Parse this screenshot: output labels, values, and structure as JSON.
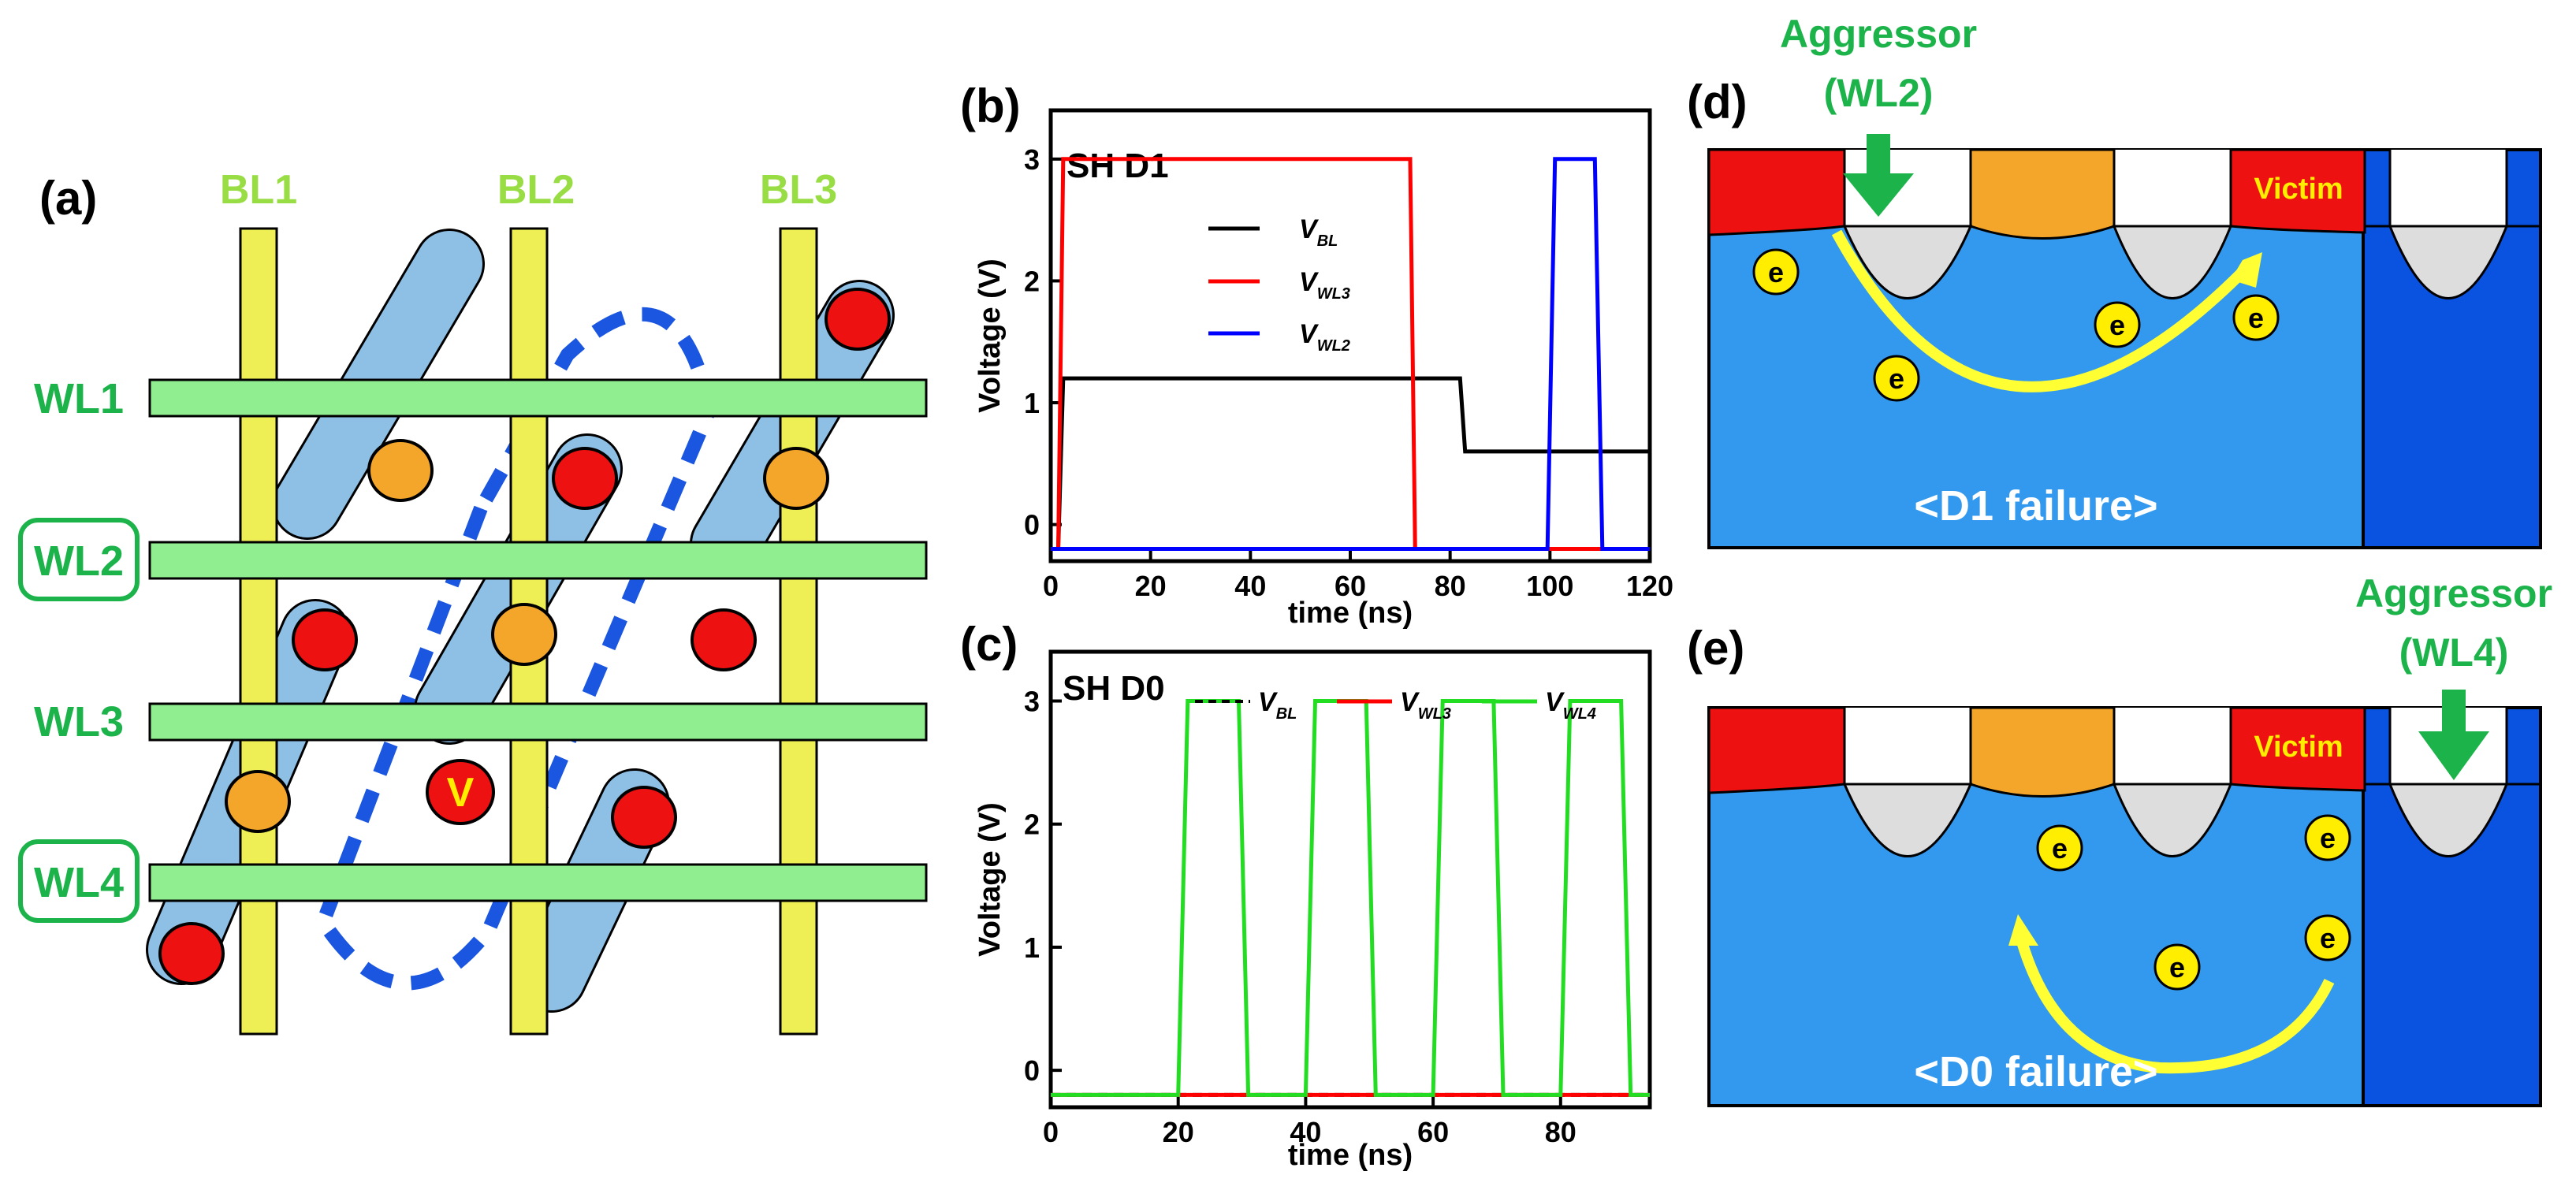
{
  "panel_a": {
    "label": "(a)",
    "bitlines": [
      "BL1",
      "BL2",
      "BL3"
    ],
    "wordlines": [
      "WL1",
      "WL2",
      "WL3",
      "WL4"
    ],
    "victim_mark": "V"
  },
  "panel_b": {
    "label": "(b)",
    "corner_text": "SH D1",
    "ylabel": "Voltage (V)",
    "xlabel": "time (ns)",
    "x_ticks": [
      "0",
      "20",
      "40",
      "60",
      "80",
      "100",
      "120"
    ],
    "y_ticks": [
      "0",
      "1",
      "2",
      "3"
    ],
    "legend": [
      {
        "main": "V",
        "sub": "BL",
        "color": "#000000"
      },
      {
        "main": "V",
        "sub": "WL3",
        "color": "#ff0000"
      },
      {
        "main": "V",
        "sub": "WL2",
        "color": "#0000ff"
      }
    ]
  },
  "panel_c": {
    "label": "(c)",
    "corner_text": "SH D0",
    "ylabel": "Voltage (V)",
    "xlabel": "time (ns)",
    "x_ticks": [
      "0",
      "20",
      "40",
      "60",
      "80"
    ],
    "y_ticks": [
      "0",
      "1",
      "2",
      "3"
    ],
    "legend": [
      {
        "main": "V",
        "sub": "BL",
        "color": "#000000"
      },
      {
        "main": "V",
        "sub": "WL3",
        "color": "#ff0000"
      },
      {
        "main": "V",
        "sub": "WL4",
        "color": "#22dd22"
      }
    ]
  },
  "panel_d": {
    "label": "(d)",
    "aggressor_line1": "Aggressor",
    "aggressor_line2": "(WL2)",
    "victim": "Victim",
    "electron": "e",
    "caption": "<D1 failure>"
  },
  "panel_e": {
    "label": "(e)",
    "aggressor_line1": "Aggressor",
    "aggressor_line2": "(WL4)",
    "victim": "Victim",
    "electron": "e",
    "caption": "<D0 failure>"
  },
  "colors": {
    "wordline": "#90ee90",
    "bitline": "#eeee55",
    "active": "#8ec0e6",
    "cell_red": "#ee1111",
    "cell_orange": "#f4a62a",
    "bluepath": "#1a56e0",
    "silicon": "#3399ee",
    "isolation_dark": "#0a52e0",
    "green_text": "#1bb34a",
    "yellow_arrow": "#ffff33"
  },
  "chart_data": [
    {
      "type": "line",
      "title": "SH D1",
      "xlabel": "time (ns)",
      "ylabel": "Voltage (V)",
      "xlim": [
        0,
        120
      ],
      "ylim": [
        -0.3,
        3.4
      ],
      "series": [
        {
          "name": "V_BL",
          "color": "#000000",
          "x": [
            0,
            1.5,
            2.5,
            82,
            83,
            120
          ],
          "y": [
            -0.2,
            -0.2,
            1.2,
            1.2,
            0.6,
            0.6
          ]
        },
        {
          "name": "V_WL3",
          "color": "#ff0000",
          "x": [
            0,
            1.5,
            2.5,
            72,
            73,
            100,
            110,
            120
          ],
          "y": [
            -0.2,
            -0.2,
            3.0,
            3.0,
            -0.2,
            -0.2,
            -0.2,
            -0.2
          ]
        },
        {
          "name": "V_WL2",
          "color": "#0000ff",
          "x": [
            0,
            99.5,
            101,
            109,
            110.5,
            120
          ],
          "y": [
            -0.2,
            -0.2,
            3.0,
            3.0,
            -0.2,
            -0.2
          ]
        }
      ]
    },
    {
      "type": "line",
      "title": "SH D0",
      "xlabel": "time (ns)",
      "ylabel": "Voltage (V)",
      "xlim": [
        0,
        94
      ],
      "ylim": [
        -0.3,
        3.4
      ],
      "series": [
        {
          "name": "V_BL",
          "color": "#000000",
          "dash": true,
          "x": [
            0,
            94
          ],
          "y": [
            -0.2,
            -0.2
          ]
        },
        {
          "name": "V_WL3",
          "color": "#ff0000",
          "x": [
            0,
            94
          ],
          "y": [
            -0.2,
            -0.2
          ]
        },
        {
          "name": "V_WL4",
          "color": "#22dd22",
          "x": [
            0,
            20,
            21.5,
            29.5,
            31,
            40,
            41.5,
            49.5,
            51,
            60,
            61.5,
            69.5,
            71,
            80,
            81.5,
            89.5,
            91,
            94
          ],
          "y": [
            -0.2,
            -0.2,
            3.0,
            3.0,
            -0.2,
            -0.2,
            3.0,
            3.0,
            -0.2,
            -0.2,
            3.0,
            3.0,
            -0.2,
            -0.2,
            3.0,
            3.0,
            -0.2,
            -0.2
          ]
        }
      ]
    }
  ]
}
